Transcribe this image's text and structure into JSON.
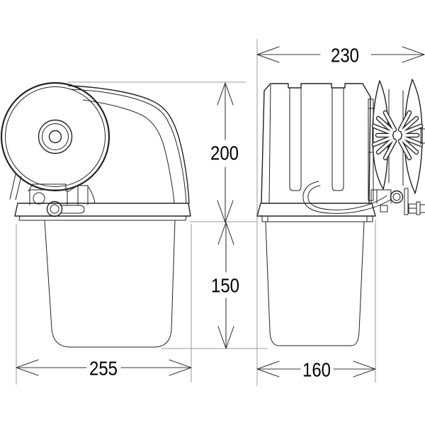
{
  "dimensions": {
    "overall_width_side": "230",
    "height_above_base": "200",
    "height_below_base": "150",
    "base_width_front": "255",
    "base_width_side": "160"
  },
  "colors": {
    "background": "#ffffff",
    "object_line": "#222222",
    "extension_line": "#9a9a9a",
    "dimension_line": "#3a3a3a",
    "text": "#000000"
  }
}
